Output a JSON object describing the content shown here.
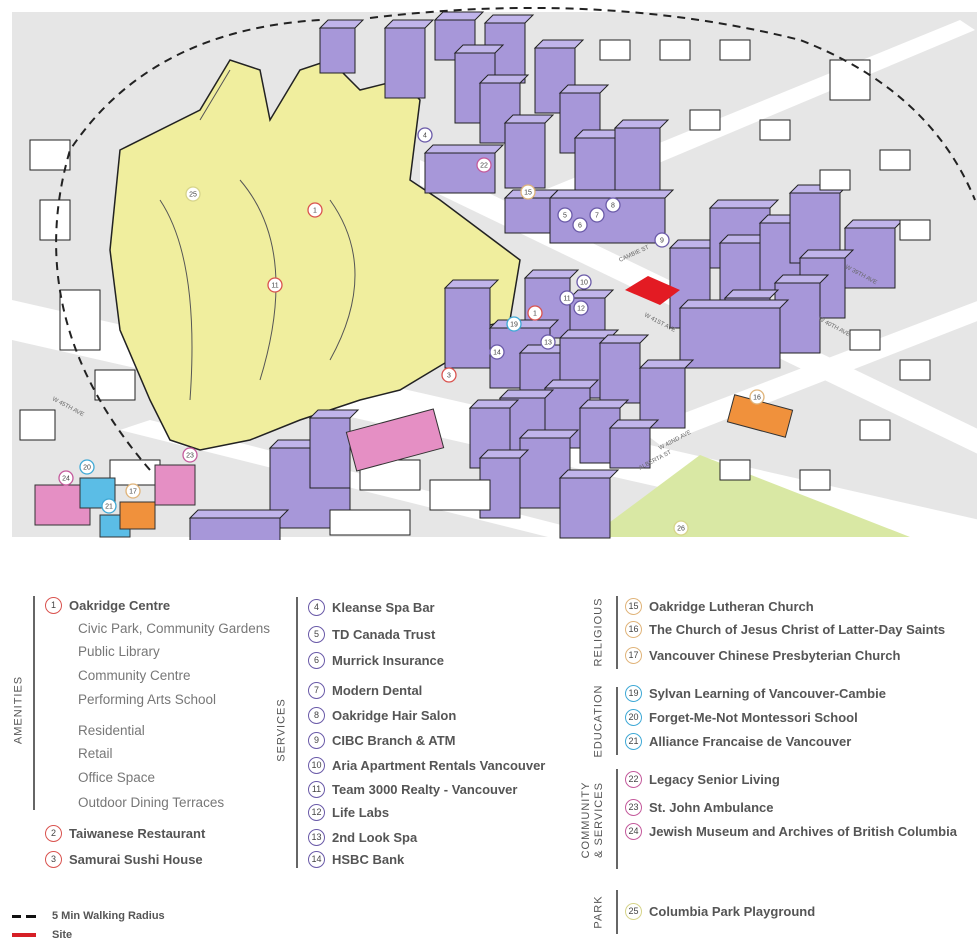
{
  "colors": {
    "amenities": "#d9534f",
    "services": "#6a5aa8",
    "religious": "#e0b47a",
    "education": "#3fa9d6",
    "community": "#c45a9c",
    "park": "#d6d48a",
    "mall": "#f0ee9e",
    "building_purple": "#a797d9",
    "site": "#e31b23",
    "park_fill": "#d9e8a4"
  },
  "map": {
    "streets": [
      "CAMBIE ST",
      "W 41ST AVE",
      "W 40TH AVE",
      "W 39TH AVE",
      "W 45TH AVE",
      "W 42ND AVE",
      "ALBERTA ST"
    ],
    "markers": [
      {
        "n": "1",
        "cat": "amenities"
      },
      {
        "n": "1",
        "cat": "amenities"
      },
      {
        "n": "3",
        "cat": "amenities"
      },
      {
        "n": "11",
        "cat": "amenities"
      },
      {
        "n": "4",
        "cat": "services"
      },
      {
        "n": "5",
        "cat": "services"
      },
      {
        "n": "6",
        "cat": "services"
      },
      {
        "n": "7",
        "cat": "services"
      },
      {
        "n": "8",
        "cat": "services"
      },
      {
        "n": "9",
        "cat": "services"
      },
      {
        "n": "10",
        "cat": "services"
      },
      {
        "n": "11",
        "cat": "services"
      },
      {
        "n": "12",
        "cat": "services"
      },
      {
        "n": "13",
        "cat": "services"
      },
      {
        "n": "14",
        "cat": "services"
      },
      {
        "n": "15",
        "cat": "religious"
      },
      {
        "n": "16",
        "cat": "religious"
      },
      {
        "n": "17",
        "cat": "religious"
      },
      {
        "n": "19",
        "cat": "education"
      },
      {
        "n": "20",
        "cat": "education"
      },
      {
        "n": "21",
        "cat": "education"
      },
      {
        "n": "22",
        "cat": "community"
      },
      {
        "n": "23",
        "cat": "community"
      },
      {
        "n": "24",
        "cat": "community"
      },
      {
        "n": "25",
        "cat": "park"
      },
      {
        "n": "26",
        "cat": "park"
      }
    ]
  },
  "legend": {
    "amenities": {
      "title": "AMENITIES",
      "items": [
        {
          "n": "1",
          "label": "Oakridge Centre"
        },
        {
          "n": "2",
          "label": "Taiwanese Restaurant"
        },
        {
          "n": "3",
          "label": "Samurai Sushi House"
        }
      ],
      "sub": [
        "Civic Park, Community Gardens",
        "Public Library",
        "Community Centre",
        "Performing Arts School",
        "Residential",
        "Retail",
        "Office Space",
        "Outdoor Dining Terraces"
      ]
    },
    "services": {
      "title": "SERVICES",
      "items": [
        {
          "n": "4",
          "label": "Kleanse Spa Bar"
        },
        {
          "n": "5",
          "label": "TD Canada Trust"
        },
        {
          "n": "6",
          "label": "Murrick Insurance"
        },
        {
          "n": "7",
          "label": "Modern Dental"
        },
        {
          "n": "8",
          "label": "Oakridge Hair Salon"
        },
        {
          "n": "9",
          "label": "CIBC Branch & ATM"
        },
        {
          "n": "10",
          "label": "Aria Apartment Rentals Vancouver"
        },
        {
          "n": "11",
          "label": "Team 3000 Realty - Vancouver"
        },
        {
          "n": "12",
          "label": "Life Labs"
        },
        {
          "n": "13",
          "label": "2nd Look Spa"
        },
        {
          "n": "14",
          "label": "HSBC Bank"
        }
      ]
    },
    "religious": {
      "title": "RELIGIOUS",
      "items": [
        {
          "n": "15",
          "label": "Oakridge Lutheran Church"
        },
        {
          "n": "16",
          "label": "The Church of Jesus Christ of Latter-Day Saints"
        },
        {
          "n": "17",
          "label": "Vancouver Chinese Presbyterian Church"
        }
      ]
    },
    "education": {
      "title": "EDUCATION",
      "items": [
        {
          "n": "19",
          "label": "Sylvan Learning of Vancouver-Cambie"
        },
        {
          "n": "20",
          "label": "Forget-Me-Not Montessori School"
        },
        {
          "n": "21",
          "label": "Alliance Francaise de Vancouver"
        }
      ]
    },
    "community": {
      "title_line1": "COMMUNITY",
      "title_line2": "& SERVICES",
      "items": [
        {
          "n": "22",
          "label": "Legacy Senior Living"
        },
        {
          "n": "23",
          "label": "St. John Ambulance"
        },
        {
          "n": "24",
          "label": "Jewish Museum and Archives of British Columbia"
        }
      ]
    },
    "park": {
      "title": "PARK",
      "items": [
        {
          "n": "25",
          "label": "Columbia Park Playground"
        }
      ]
    },
    "keys": {
      "walking_radius": "5 Min Walking Radius",
      "site": "Site"
    }
  }
}
